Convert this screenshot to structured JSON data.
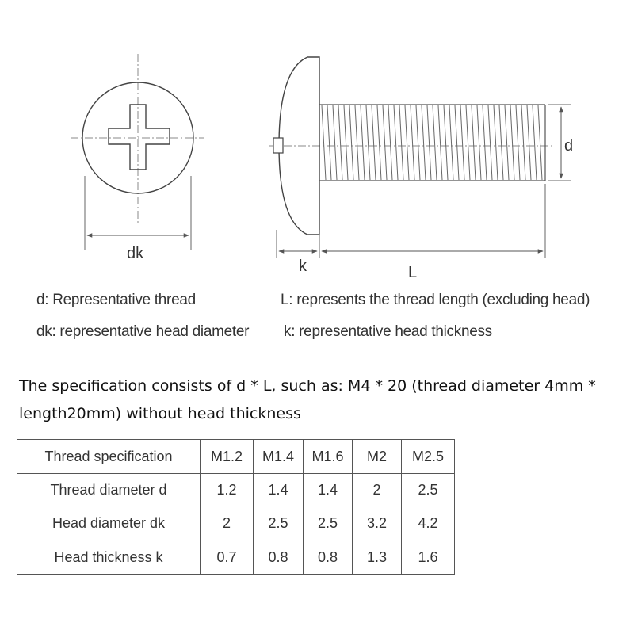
{
  "dimensions": {
    "d": "d",
    "dk": "dk",
    "k": "k",
    "L": "L"
  },
  "legend": {
    "d": "d: Representative thread",
    "L": "L: represents the thread length (excluding head)",
    "dk": "dk: representative head diameter",
    "k": "k: representative head thickness"
  },
  "spec_note": "The specification consists of d * L, such as: M4 * 20 (thread diameter 4mm * length20mm) without head thickness",
  "table": {
    "header": [
      "Thread specification",
      "M1.2",
      "M1.4",
      "M1.6",
      "M2",
      "M2.5"
    ],
    "rows": [
      [
        "Thread diameter d",
        "1.2",
        "1.4",
        "1.4",
        "2",
        "2.5"
      ],
      [
        "Head diameter dk",
        "2",
        "2.5",
        "2.5",
        "3.2",
        "4.2"
      ],
      [
        "Head thickness k",
        "0.7",
        "0.8",
        "0.8",
        "1.3",
        "1.6"
      ]
    ]
  }
}
